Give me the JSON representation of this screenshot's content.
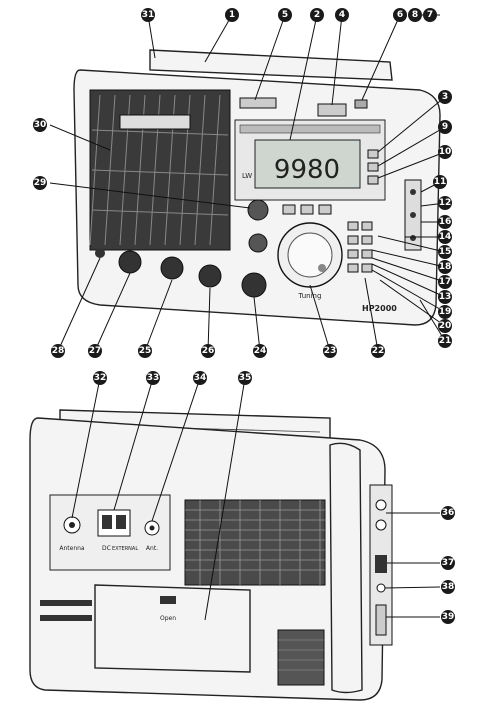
{
  "figure": {
    "brand_plate": "",
    "model_label": "HP2000",
    "tuning_label": "Tuning",
    "lcd_frequency": "9980",
    "lcd_label_left": "LW",
    "back_labels": {
      "antenna_jack": "Antenna",
      "dc_in": "DC",
      "power_terminal": "EXTERNAL",
      "aux_jack": "Ant.",
      "battery_door": "Open",
      "info_line_1": "",
      "info_line_2": ""
    }
  },
  "callouts": [
    {
      "id": "c1",
      "label": "1"
    },
    {
      "id": "c2",
      "label": "2"
    },
    {
      "id": "c3",
      "label": "3"
    },
    {
      "id": "c4",
      "label": "4"
    },
    {
      "id": "c5",
      "label": "5"
    },
    {
      "id": "c6",
      "label": "6"
    },
    {
      "id": "c7",
      "label": "7"
    },
    {
      "id": "c8",
      "label": "8"
    },
    {
      "id": "c9",
      "label": "9"
    },
    {
      "id": "c10",
      "label": "10"
    },
    {
      "id": "c11",
      "label": "11"
    },
    {
      "id": "c12",
      "label": "12"
    },
    {
      "id": "c13",
      "label": "13"
    },
    {
      "id": "c14",
      "label": "14"
    },
    {
      "id": "c15",
      "label": "15"
    },
    {
      "id": "c16",
      "label": "16"
    },
    {
      "id": "c17",
      "label": "17"
    },
    {
      "id": "c18",
      "label": "18"
    },
    {
      "id": "c19",
      "label": "19"
    },
    {
      "id": "c20",
      "label": "20"
    },
    {
      "id": "c21",
      "label": "21"
    },
    {
      "id": "c22",
      "label": "22"
    },
    {
      "id": "c23",
      "label": "23"
    },
    {
      "id": "c24",
      "label": "24"
    },
    {
      "id": "c25",
      "label": "25"
    },
    {
      "id": "c26",
      "label": "26"
    },
    {
      "id": "c27",
      "label": "27"
    },
    {
      "id": "c28",
      "label": "28"
    },
    {
      "id": "c29",
      "label": "29"
    },
    {
      "id": "c30",
      "label": "30"
    },
    {
      "id": "c31",
      "label": "31"
    },
    {
      "id": "c32",
      "label": "32"
    },
    {
      "id": "c33",
      "label": "33"
    },
    {
      "id": "c34",
      "label": "34"
    },
    {
      "id": "c35",
      "label": "35"
    },
    {
      "id": "c36",
      "label": "36"
    },
    {
      "id": "c37",
      "label": "37"
    },
    {
      "id": "c38",
      "label": "38"
    },
    {
      "id": "c39",
      "label": "39"
    }
  ],
  "colors": {
    "callout_fill": "#1a1a1a",
    "callout_text": "#ffffff",
    "line": "#111111",
    "body_fill": "#f4f4f4"
  }
}
